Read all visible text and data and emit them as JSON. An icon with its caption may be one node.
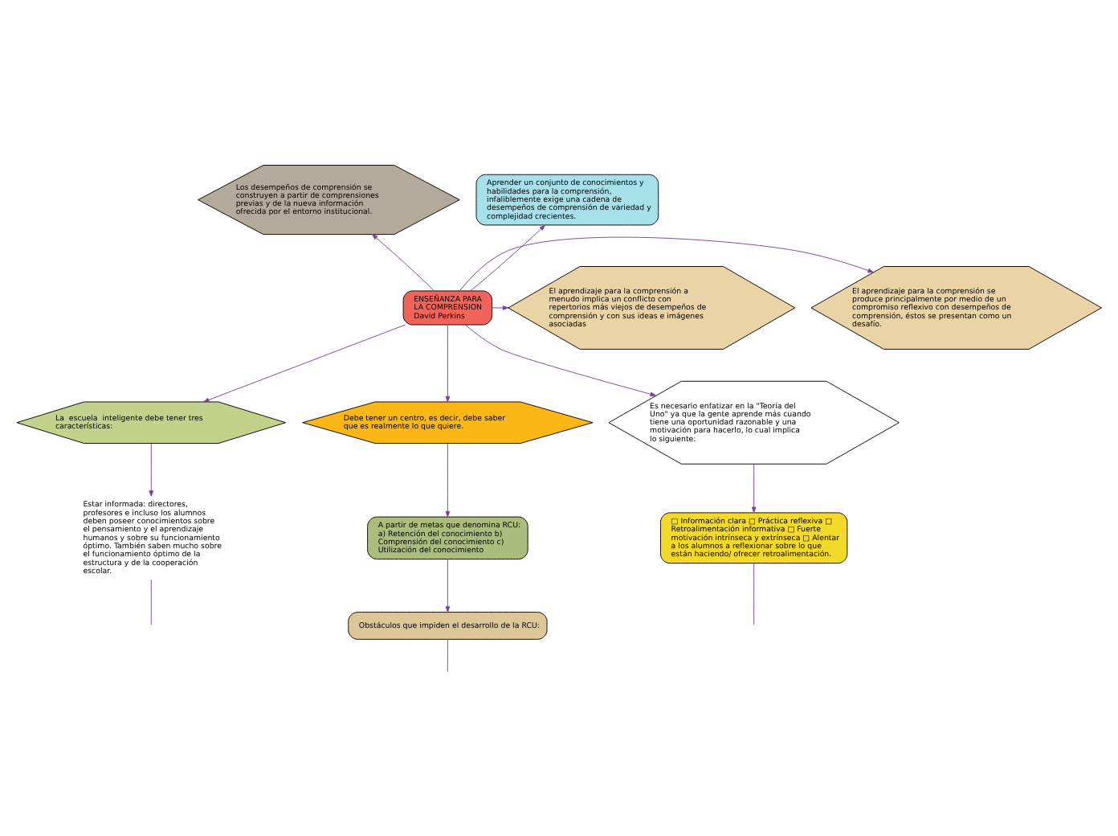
{
  "diagram": {
    "nodes": [
      {
        "text": [
          "Los desempeños de comprensión se construyen a partir de comprensiones previas y de la nueva información ofrecida por el entorno institucional."
        ]
      },
      {
        "text": [
          "Aprender un conjunto de conocimientos y habilidades para la comprensión, infaliblemente exige una cadena de desempeños de comprensión de variedad y complejidad crecientes."
        ]
      },
      {
        "text": [
          "El aprendizaje para la comprensión se produce principalmente por medio de un compromiso reflexivo con desempeños de comprensión, éstos se presentan como un desafío."
        ]
      },
      {
        "text": [
          "ENSEÑANZA PARA LA COMPRENSION",
          "David Perkins"
        ]
      },
      {
        "text": [
          "El aprendizaje para la comprensión a menudo implica un conflicto con repertorios más viejos de desempeños de comprensión y con sus ideas e imágenes asociadas"
        ]
      },
      {
        "text": [
          "La  escuela  inteligente debe tener tres características:"
        ]
      },
      {
        "text": [
          "Debe tener un centro, es decir, debe saber que es realmente lo que quiere."
        ]
      },
      {
        "text": [
          "Es necesario enfatizar en la \"Teoría del Uno\" ya que la gente aprende más cuando tiene una oportunidad razonable y una motivación para hacerlo, lo cual implica lo siguiente:"
        ]
      },
      {
        "text": [
          "Estar informada: directores, profesores e incluso los alumnos deben poseer conocimientos sobre el pensamiento y el aprendizaje humanos y sobre su funcionamiento óptimo. También saben mucho sobre el funcionamiento óptimo de la estructura y de la cooperación escolar."
        ]
      },
      {
        "text": [
          "A partir de metas que denomina RCU: a) Retención del conocimiento b) Comprensión del conocimiento c) Utilización del conocimiento"
        ]
      },
      {
        "text": [
          "□ Información clara □ Práctica reflexiva □ Retroalimentación informativa □ Fuerte motivación intrínseca y extrínseca □ Alentar a los alumnos a reflexionar sobre lo que están haciendo/ ofrecer retroalimentación."
        ]
      },
      {
        "text": [
          "Obstáculos que impiden el desarrollo de la RCU:"
        ]
      }
    ],
    "edges": [
      {
        "from": 3,
        "to": 0,
        "arrow": "to"
      },
      {
        "from": 3,
        "to": 1,
        "arrow": "to"
      },
      {
        "from": 3,
        "to": 2,
        "arrow": "to"
      },
      {
        "from": 3,
        "to": 4,
        "arrow": "to"
      },
      {
        "from": 3,
        "to": 5,
        "arrow": "to"
      },
      {
        "from": 3,
        "to": 6,
        "arrow": "to"
      },
      {
        "from": 3,
        "to": 7,
        "arrow": "to"
      },
      {
        "from": 5,
        "to": 8,
        "arrow": "to"
      },
      {
        "from": 6,
        "to": 9,
        "arrow": "to"
      },
      {
        "from": 7,
        "to": 10,
        "arrow": "to"
      },
      {
        "from": 8,
        "to": null,
        "arrow": "none"
      },
      {
        "from": 9,
        "to": 11,
        "arrow": "to"
      },
      {
        "from": 11,
        "to": null,
        "arrow": "none"
      },
      {
        "from": 10,
        "to": null,
        "arrow": "none"
      }
    ]
  }
}
